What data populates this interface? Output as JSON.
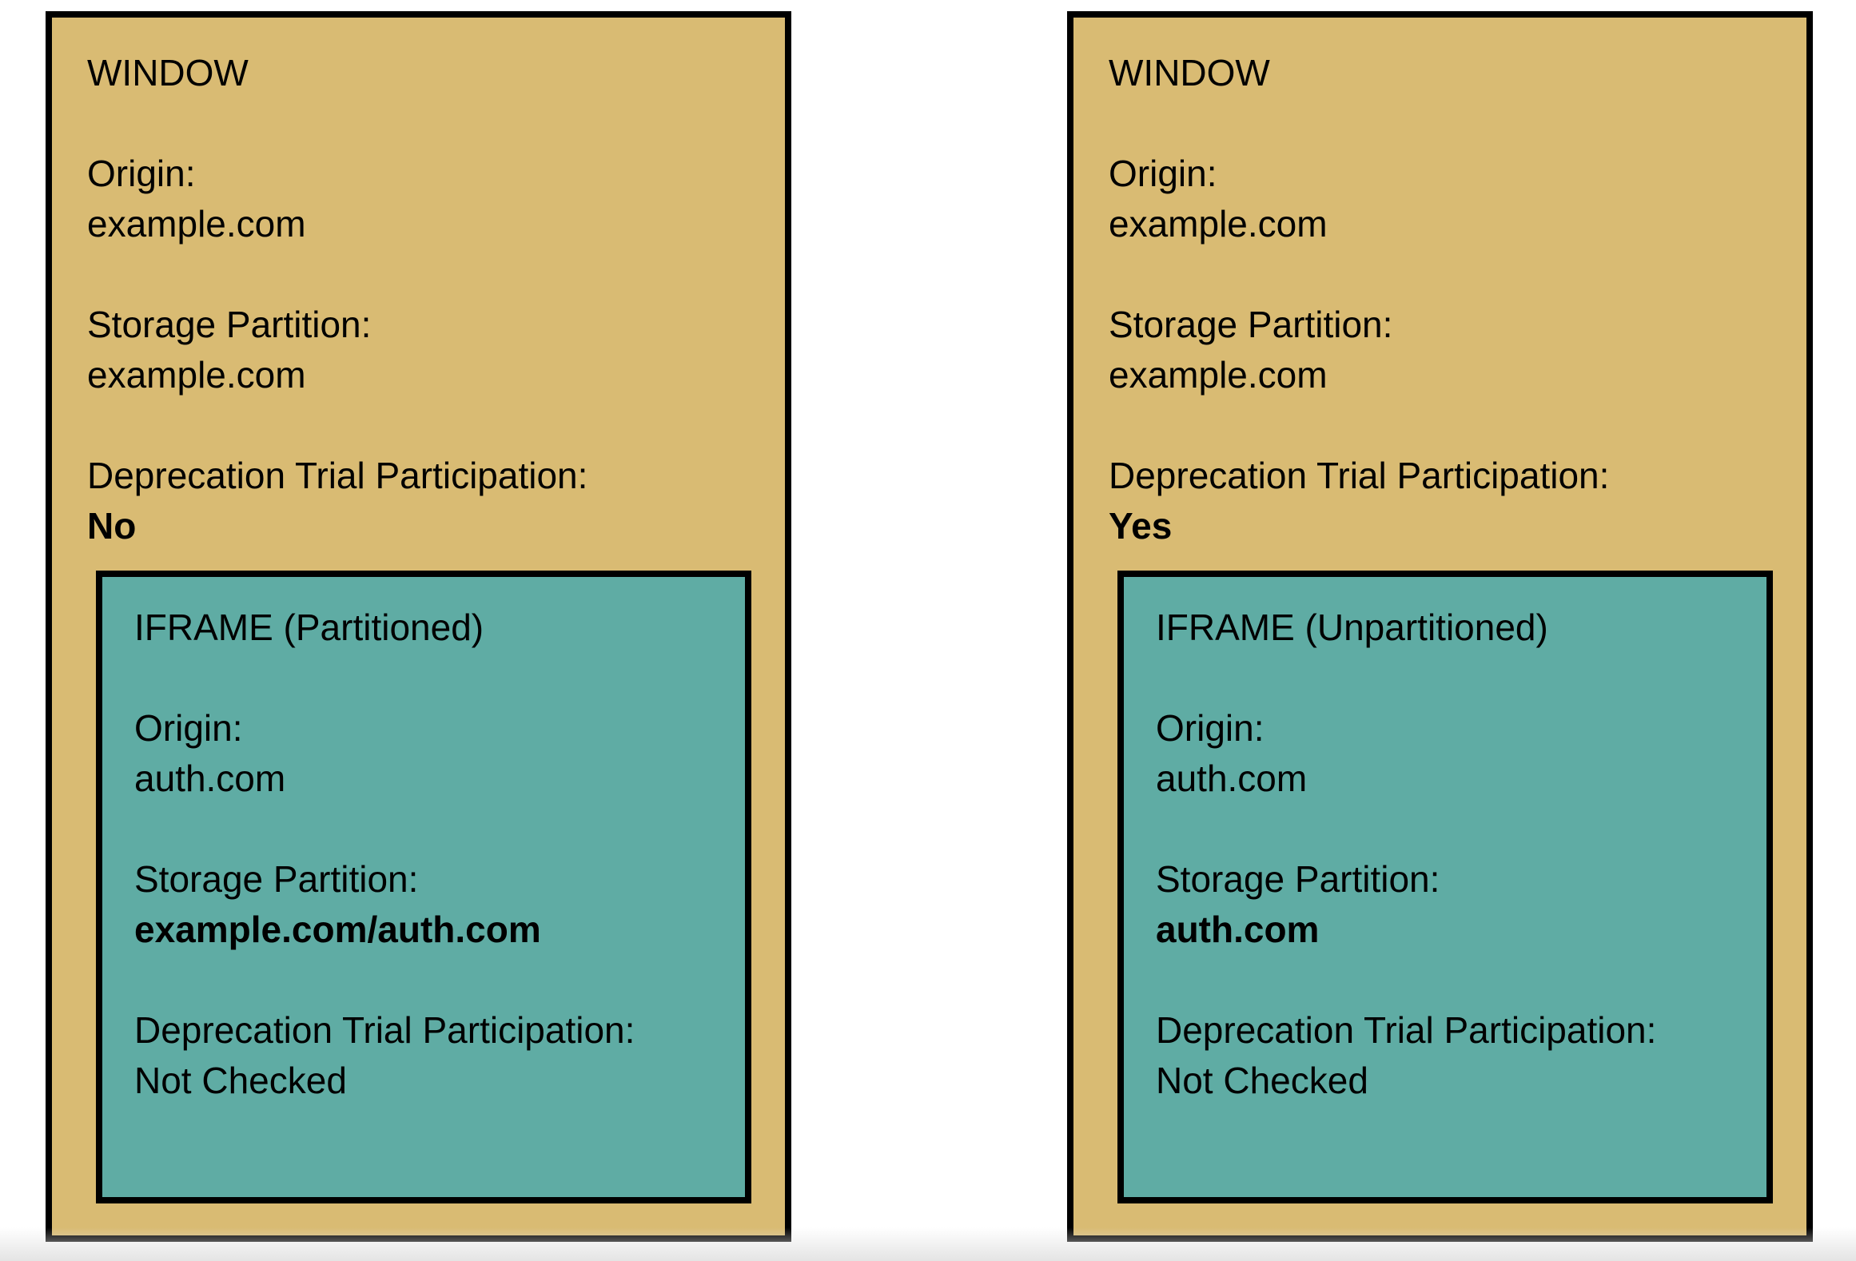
{
  "colors": {
    "page_bg": "#FFFFFF",
    "window_bg": "#D9BB73",
    "iframe_bg": "#5FACA4",
    "border": "#000000",
    "text": "#000000"
  },
  "windows": [
    {
      "title": "WINDOW",
      "fields": [
        {
          "label": "Origin:",
          "value": "example.com"
        },
        {
          "label": "Storage Partition:",
          "value": "example.com"
        },
        {
          "label": "Deprecation Trial Participation:",
          "value": "No"
        }
      ],
      "iframe": {
        "title": "IFRAME (Partitioned)",
        "fields": [
          {
            "label": "Origin:",
            "value": "auth.com"
          },
          {
            "label": "Storage Partition:",
            "value": "example.com/auth.com"
          },
          {
            "label": "Deprecation Trial Participation:",
            "value": "Not Checked"
          }
        ]
      }
    },
    {
      "title": "WINDOW",
      "fields": [
        {
          "label": "Origin:",
          "value": "example.com"
        },
        {
          "label": "Storage Partition:",
          "value": "example.com"
        },
        {
          "label": "Deprecation Trial Participation:",
          "value": "Yes"
        }
      ],
      "iframe": {
        "title": "IFRAME (Unpartitioned)",
        "fields": [
          {
            "label": "Origin:",
            "value": "auth.com"
          },
          {
            "label": "Storage Partition:",
            "value": "auth.com"
          },
          {
            "label": "Deprecation Trial Participation:",
            "value": "Not Checked"
          }
        ]
      }
    }
  ]
}
